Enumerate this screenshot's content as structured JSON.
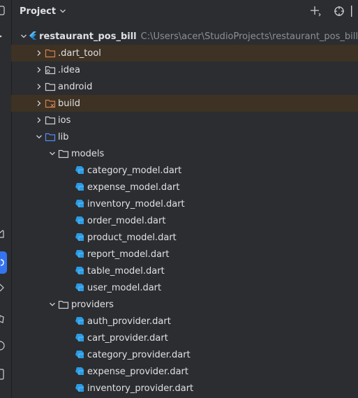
{
  "header": {
    "title": "Project"
  },
  "tree": {
    "root": {
      "name": "restaurant_pos_bill",
      "path": "C:\\Users\\acer\\StudioProjects\\restaurant_pos_bill"
    },
    "folders": [
      {
        "name": ".dart_tool"
      },
      {
        "name": ".idea"
      },
      {
        "name": "android"
      },
      {
        "name": "build"
      },
      {
        "name": "ios"
      },
      {
        "name": "lib"
      },
      {
        "name": "models"
      },
      {
        "name": "providers"
      }
    ],
    "models_files": [
      {
        "name": "category_model.dart"
      },
      {
        "name": "expense_model.dart"
      },
      {
        "name": "inventory_model.dart"
      },
      {
        "name": "order_model.dart"
      },
      {
        "name": "product_model.dart"
      },
      {
        "name": "report_model.dart"
      },
      {
        "name": "table_model.dart"
      },
      {
        "name": "user_model.dart"
      }
    ],
    "providers_files": [
      {
        "name": "auth_provider.dart"
      },
      {
        "name": "cart_provider.dart"
      },
      {
        "name": "category_provider.dart"
      },
      {
        "name": "expense_provider.dart"
      },
      {
        "name": "inventory_provider.dart"
      }
    ]
  },
  "colors": {
    "background": "#2b2d30",
    "excluded_row": "#3d3223",
    "excluded_folder": "#d47f56",
    "folder": "#ced0d6",
    "source_folder": "#548af7",
    "dart": "#2b9be4",
    "accent": "#3574f0"
  },
  "icons": {
    "header": [
      "add-icon",
      "target-icon",
      "more-vertical-icon"
    ],
    "strip": [
      "folder-icon",
      "home-icon",
      "dots-icon",
      "diamond-icon",
      "arrow-icon",
      "tag-icon",
      "circle-icon",
      "terminal-icon"
    ]
  }
}
